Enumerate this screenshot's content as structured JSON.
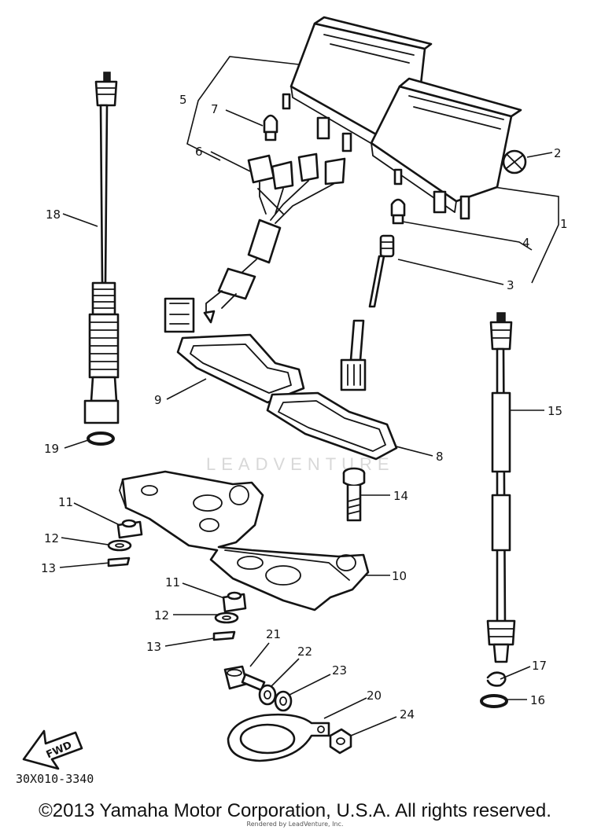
{
  "callouts": {
    "c1": "1",
    "c2": "2",
    "c3": "3",
    "c4": "4",
    "c5": "5",
    "c6": "6",
    "c7": "7",
    "c8": "8",
    "c9": "9",
    "c10": "10",
    "c11a": "11",
    "c11b": "11",
    "c12a": "12",
    "c12b": "12",
    "c13a": "13",
    "c13b": "13",
    "c14": "14",
    "c15": "15",
    "c16": "16",
    "c17": "17",
    "c18": "18",
    "c19": "19",
    "c20": "20",
    "c21": "21",
    "c22": "22",
    "c23": "23",
    "c24": "24"
  },
  "fwd_label": "FWD",
  "diagram_code": "30X010-3340",
  "watermark": "LEADVENTURE",
  "copyright": "©2013 Yamaha Motor Corporation, U.S.A. All rights reserved.",
  "rendered_by": "Rendered by LeadVenture, Inc."
}
